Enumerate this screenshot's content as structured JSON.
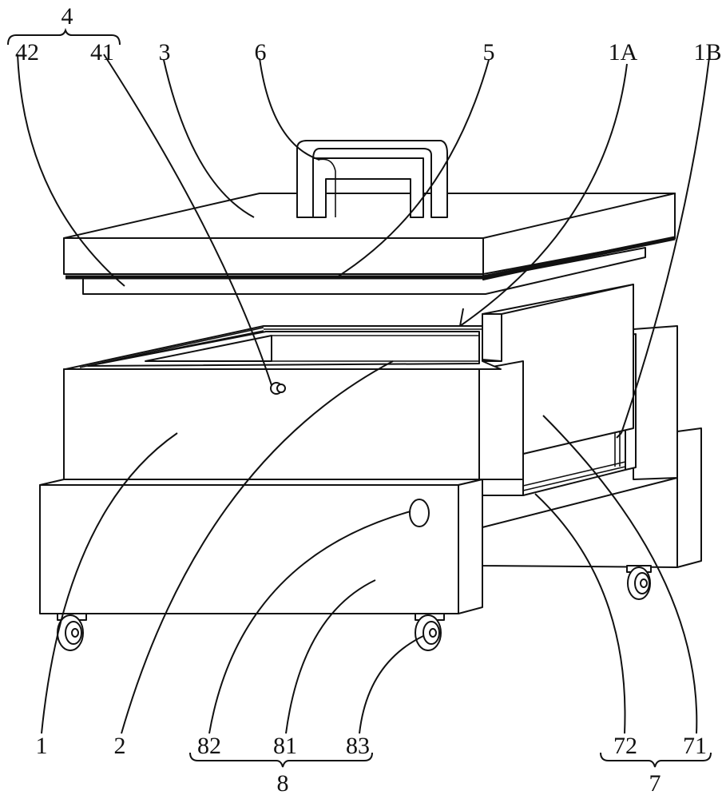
{
  "labels": {
    "l4": "4",
    "l42": "42",
    "l41": "41",
    "l3": "3",
    "l6": "6",
    "l5": "5",
    "l1A": "1A",
    "l1B": "1B",
    "l1": "1",
    "l2": "2",
    "l82": "82",
    "l81": "81",
    "l83": "83",
    "l72": "72",
    "l71": "71",
    "l8": "8",
    "l7": "7"
  }
}
